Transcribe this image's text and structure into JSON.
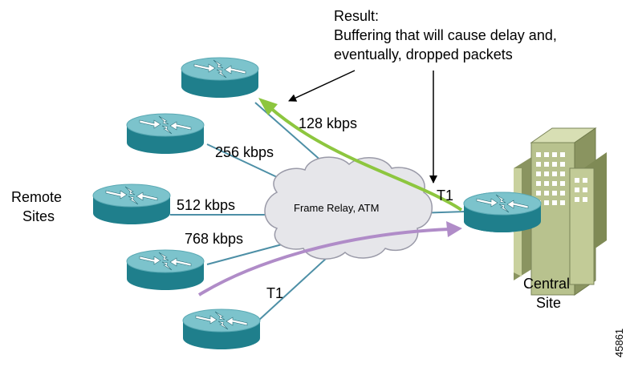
{
  "annotation": {
    "line1": "Result:",
    "line2": "Buffering that will cause delay and,",
    "line3": "eventually, dropped packets"
  },
  "links": {
    "r1": "128 kbps",
    "r2": "256 kbps",
    "r3": "512 kbps",
    "r4": "768 kbps",
    "r5": "T1",
    "central": "T1"
  },
  "cloud_label": "Frame Relay, ATM",
  "remote_sites": {
    "line1": "Remote",
    "line2": "Sites"
  },
  "central_site": {
    "line1": "Central",
    "line2": "Site"
  },
  "figure_id": "45861",
  "colors": {
    "router_top": "#7cc3cc",
    "router_side": "#1f7f8c",
    "link_line": "#4d8fa6",
    "green_arrow": "#8dc63f",
    "purple_arrow": "#b08cc8",
    "building": "#b8c28e"
  },
  "icons": [
    "router-icon",
    "cloud-icon",
    "building-icon"
  ]
}
